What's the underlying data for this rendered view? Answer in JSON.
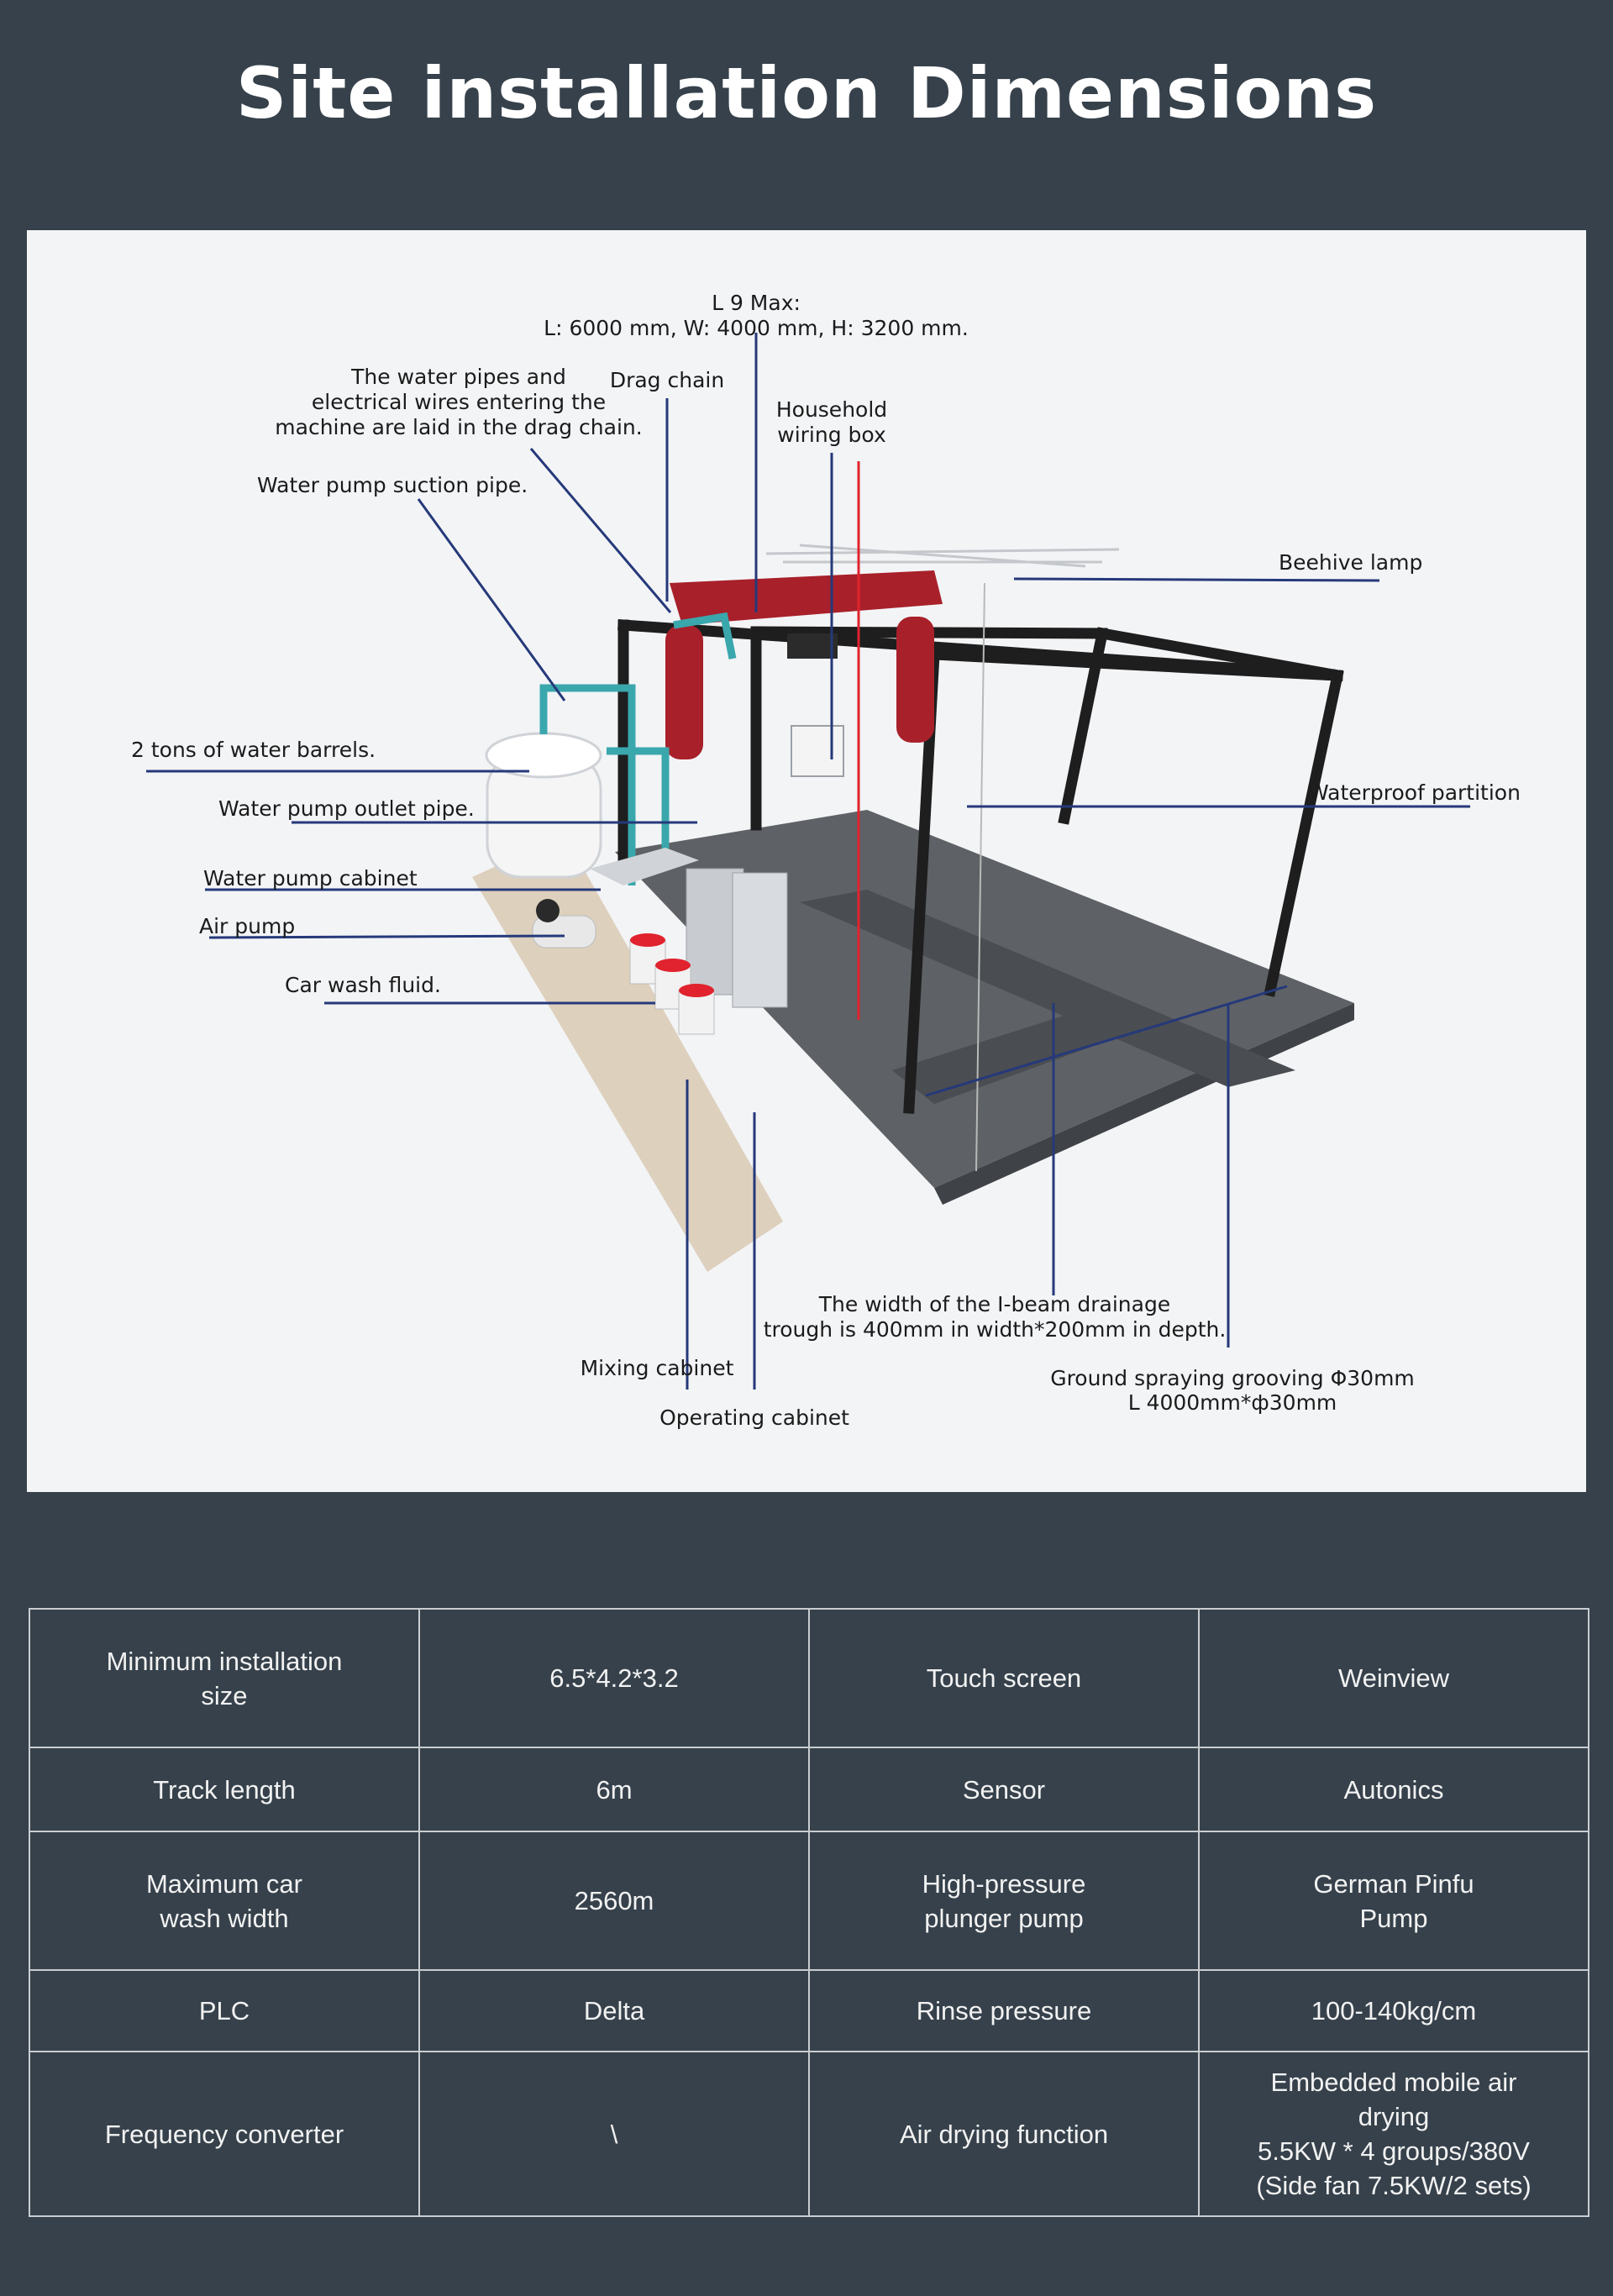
{
  "title": "Site installation Dimensions",
  "diagram": {
    "labels": {
      "max_dims_line1": "L 9 Max:",
      "max_dims_line2": "L: 6000 mm, W: 4000 mm, H: 3200 mm.",
      "water_pipes_line1": "The water pipes and",
      "water_pipes_line2": "electrical wires entering the",
      "water_pipes_line3": "machine are laid in the drag chain.",
      "drag_chain": "Drag chain",
      "household_line1": "Household",
      "household_line2": "wiring box",
      "suction_pipe": "Water pump suction pipe.",
      "beehive_lamp": "Beehive lamp",
      "water_barrels": "2 tons of water barrels.",
      "outlet_pipe": "Water pump outlet pipe.",
      "waterproof_partition": "Waterproof partition",
      "pump_cabinet": "Water pump cabinet",
      "air_pump": "Air pump",
      "wash_fluid": "Car wash fluid.",
      "ibeam_line1": "The width of the I-beam drainage",
      "ibeam_line2": "trough is 400mm in width*200mm in depth.",
      "mixing_cabinet": "Mixing cabinet",
      "operating_cabinet": "Operating cabinet",
      "grooving_line1": "Ground spraying grooving Φ30mm",
      "grooving_line2": "L 4000mm*ф30mm"
    },
    "colors": {
      "leader_line": "#25397a",
      "frame": "#1e1e1e",
      "gantry": "#a8202a",
      "pipe": "#3aa7ad",
      "bucket_lid": "#e0232e",
      "floor": "#ddd0bd",
      "dark_floor": "#5e6165"
    }
  },
  "specs": {
    "rows": [
      [
        "Minimum installation\nsize",
        "6.5*4.2*3.2",
        "Touch screen",
        "Weinview"
      ],
      [
        "Track length",
        "6m",
        "Sensor",
        "Autonics"
      ],
      [
        "Maximum car\nwash width",
        "2560m",
        "High-pressure\nplunger pump",
        "German Pinfu\nPump"
      ],
      [
        "PLC",
        "Delta",
        "Rinse pressure",
        "100-140kg/cm"
      ],
      [
        "Frequency converter",
        "\\",
        "Air drying function",
        "Embedded mobile air drying\n5.5KW * 4 groups/380V\n(Side fan 7.5KW/2 sets)"
      ]
    ]
  }
}
